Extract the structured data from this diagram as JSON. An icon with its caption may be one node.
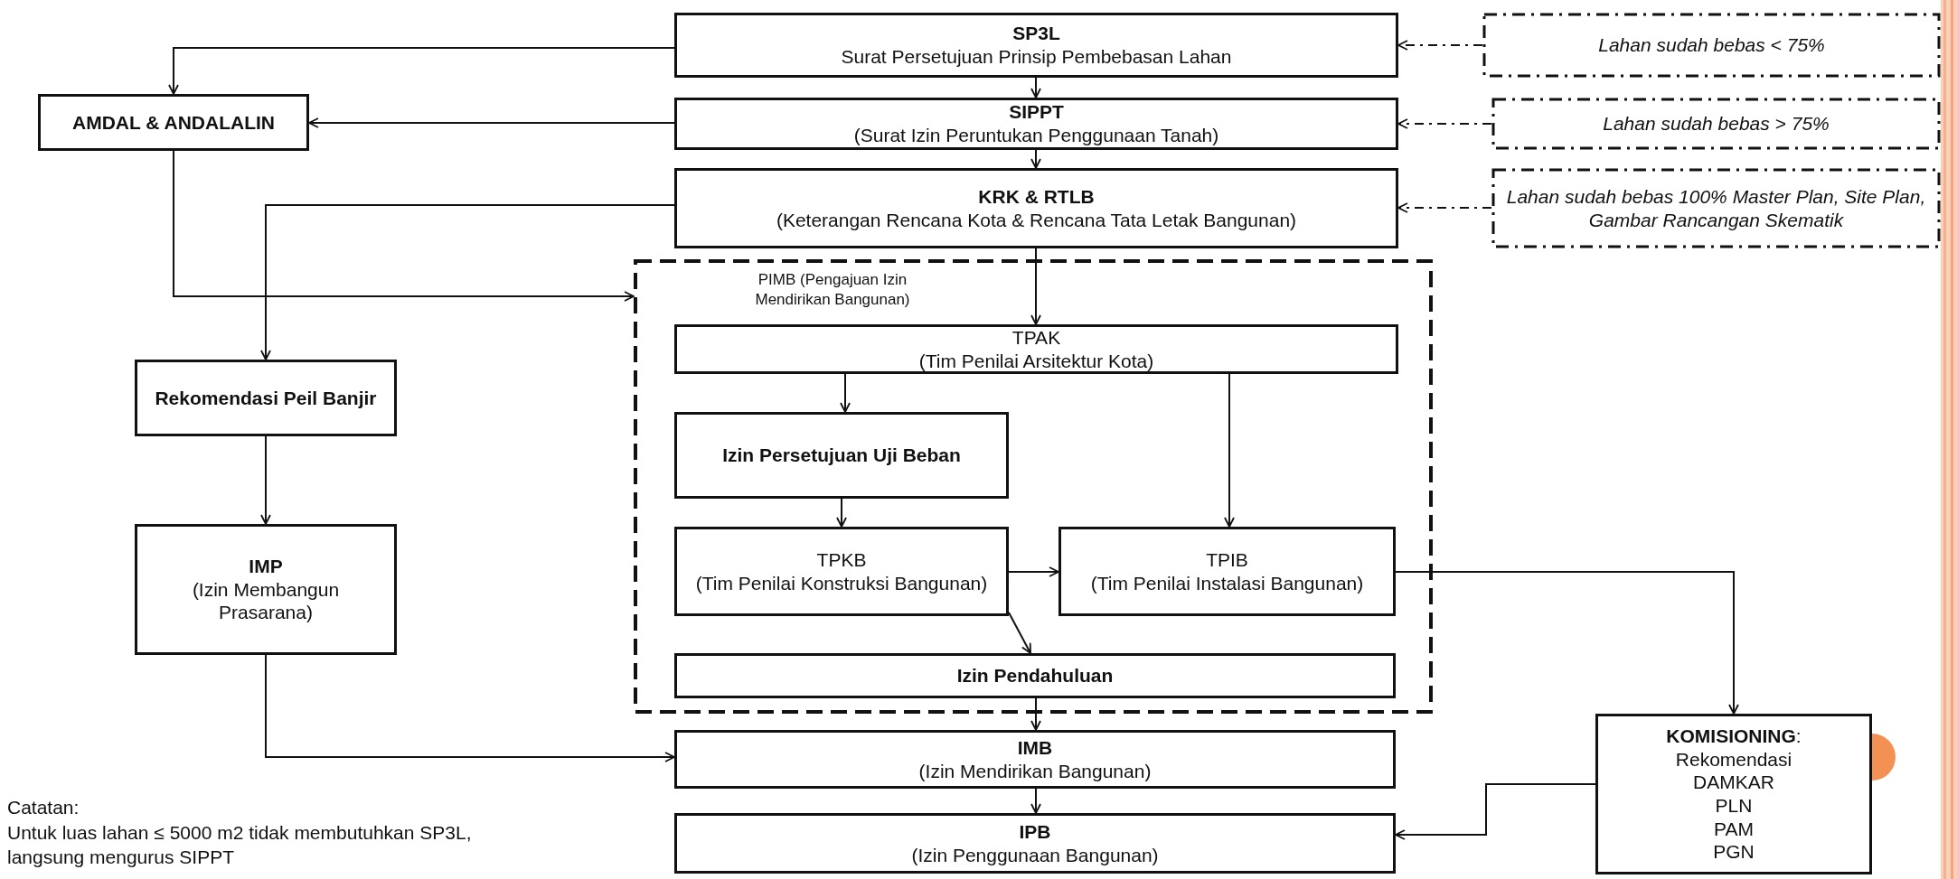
{
  "diagram": {
    "nodes": [
      {
        "text": [
          "SP3L",
          "Surat Persetujuan Prinsip Pembebasan Lahan"
        ]
      },
      {
        "text": [
          "Lahan sudah bebas < 75%"
        ]
      },
      {
        "text": [
          "AMDAL & ANDALALIN"
        ]
      },
      {
        "text": [
          "SIPPT",
          "(Surat Izin Peruntukan Penggunaan Tanah)"
        ]
      },
      {
        "text": [
          "Lahan sudah bebas > 75%"
        ]
      },
      {
        "text": [
          "KRK & RTLB",
          "(Keterangan Rencana Kota & Rencana Tata Letak Bangunan)"
        ]
      },
      {
        "text": [
          "Lahan sudah bebas 100% Master Plan, Site Plan, Gambar Rancangan Skematik"
        ]
      },
      {
        "text": [
          "PIMB (Pengajuan Izin Mendirikan Bangunan)"
        ]
      },
      {
        "text": [
          "Rekomendasi Peil Banjir"
        ]
      },
      {
        "text": [
          "TPAK",
          "(Tim Penilai Arsitektur Kota)"
        ],
        "in": 7
      },
      {
        "text": [
          "Izin Persetujuan Uji Beban"
        ],
        "in": 7
      },
      {
        "text": [
          "IMP",
          "(Izin Membangun Prasarana)"
        ]
      },
      {
        "text": [
          "TPKB",
          "(Tim Penilai Konstruksi Bangunan)"
        ],
        "in": 7
      },
      {
        "text": [
          "TPIB",
          "(Tim Penilai Instalasi Bangunan)"
        ],
        "in": 7
      },
      {
        "text": [
          "Izin Pendahuluan"
        ],
        "in": 7
      },
      {
        "text": [
          "**KOMISIONING**:",
          "Rekomendasi",
          "DAMKAR",
          "PLN",
          "PAM",
          "PGN"
        ]
      },
      {
        "text": [
          "IMB",
          "(Izin Mendirikan Bangunan)"
        ]
      },
      {
        "text": [
          "IPB",
          "(Izin Penggunaan Bangunan)"
        ]
      }
    ],
    "edges": [
      {
        "from": 0,
        "to": 2,
        "arrow": "to"
      },
      {
        "from": 3,
        "to": 2,
        "arrow": "to"
      },
      {
        "from": 5,
        "to": 8,
        "arrow": "to"
      },
      {
        "from": 2,
        "to": 7,
        "arrow": "to"
      },
      {
        "from": 0,
        "to": 3,
        "arrow": "to"
      },
      {
        "from": 3,
        "to": 5,
        "arrow": "to"
      },
      {
        "from": 5,
        "to": 9,
        "arrow": "to"
      },
      {
        "from": 9,
        "to": 10,
        "arrow": "to"
      },
      {
        "from": 9,
        "to": 13,
        "arrow": "to"
      },
      {
        "from": 10,
        "to": 12,
        "arrow": "to"
      },
      {
        "from": 12,
        "to": 13,
        "arrow": "to"
      },
      {
        "from": 12,
        "to": 14,
        "arrow": "to"
      },
      {
        "from": 14,
        "to": 16,
        "arrow": "to"
      },
      {
        "from": 16,
        "to": 17,
        "arrow": "to"
      },
      {
        "from": 8,
        "to": 11,
        "arrow": "to"
      },
      {
        "from": 11,
        "to": 16,
        "arrow": "to"
      },
      {
        "from": 13,
        "to": 15,
        "arrow": "to"
      },
      {
        "from": 15,
        "to": 17,
        "arrow": "to"
      },
      {
        "from": 1,
        "to": 0,
        "arrow": "to",
        "style": "dashed"
      },
      {
        "from": 4,
        "to": 3,
        "arrow": "to",
        "style": "dashed"
      },
      {
        "from": 6,
        "to": 5,
        "arrow": "to",
        "style": "dashed"
      }
    ],
    "labels": [
      "Catatan:",
      "Untuk luas lahan ≤ 5000 m2 tidak membutuhkan SP3L, langsung mengurus SIPPT"
    ]
  }
}
